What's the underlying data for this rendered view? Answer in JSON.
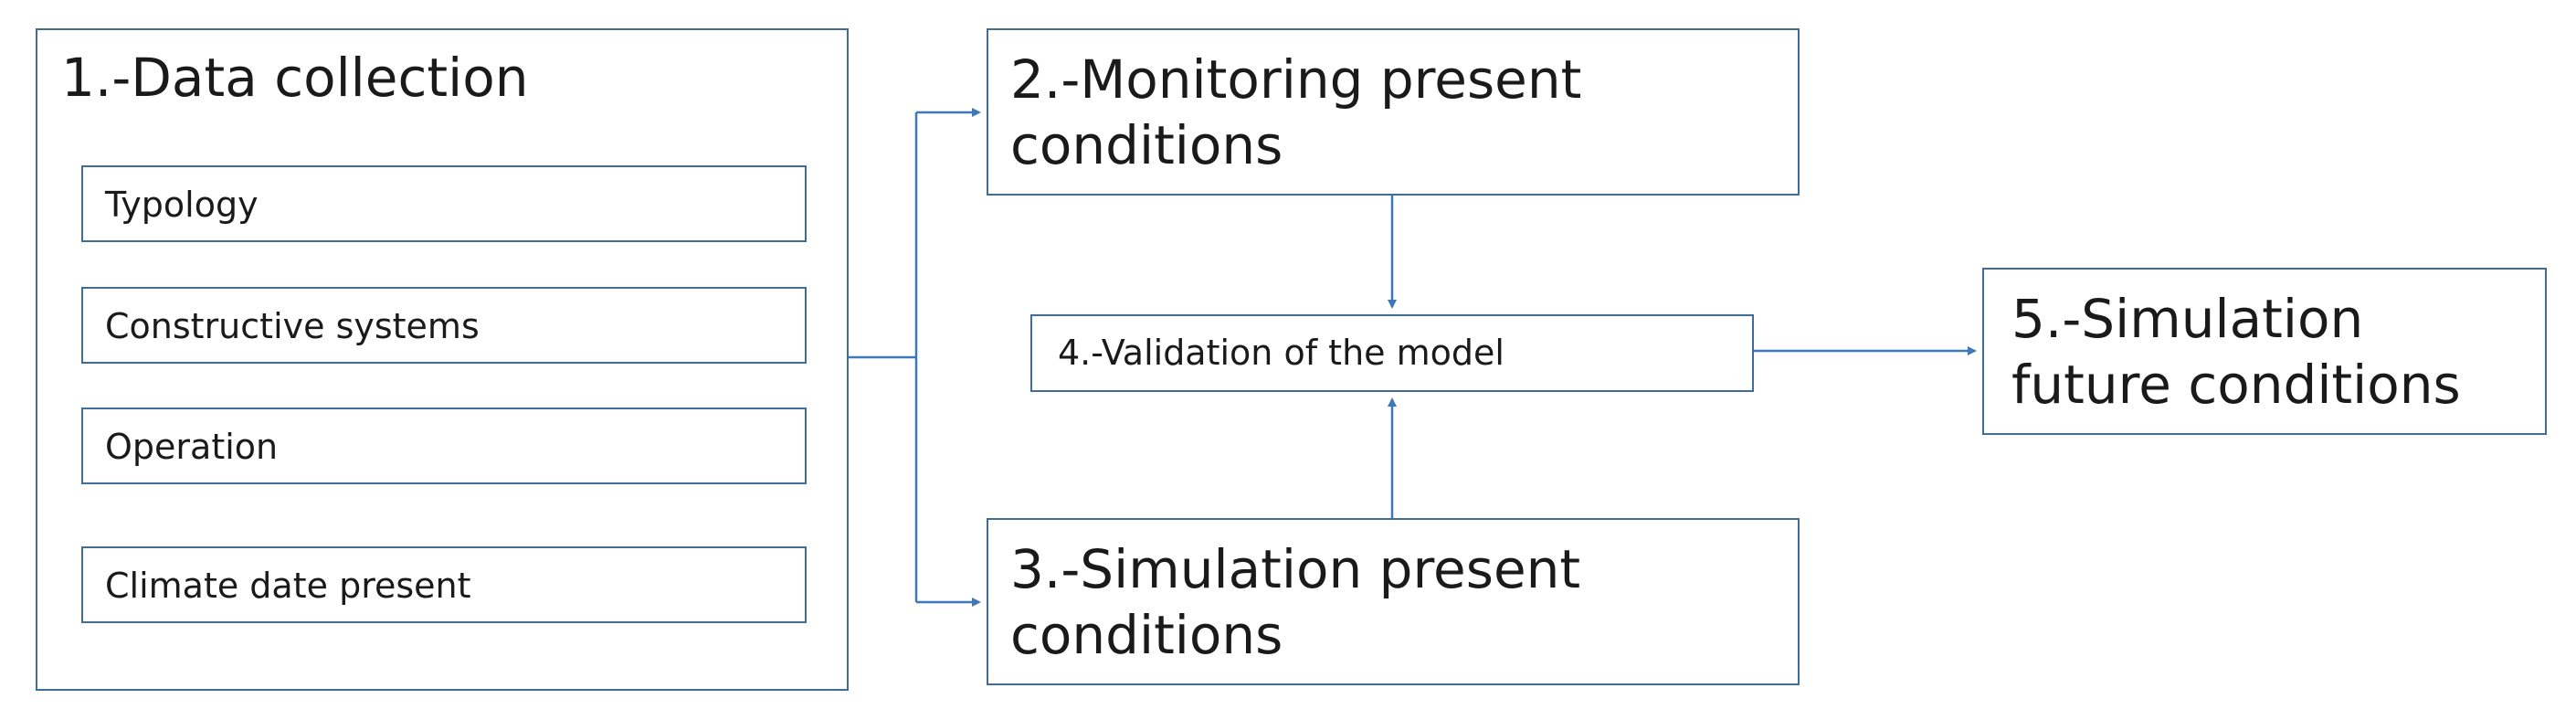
{
  "colors": {
    "border": "#3f6c98",
    "arrow": "#3f78b8"
  },
  "nodes": {
    "data_collection": {
      "title": "1.-Data collection",
      "items": [
        "Typology",
        "Constructive systems",
        "Operation",
        "Climate date present"
      ]
    },
    "monitoring": "2.-Monitoring present conditions",
    "simulation_present": "3.-Simulation present conditions",
    "validation": "4.-Validation of the model",
    "simulation_future": "5.-Simulation future conditions"
  },
  "edges": [
    {
      "from": "data_collection",
      "to": "monitoring"
    },
    {
      "from": "data_collection",
      "to": "simulation_present"
    },
    {
      "from": "monitoring",
      "to": "validation"
    },
    {
      "from": "simulation_present",
      "to": "validation"
    },
    {
      "from": "validation",
      "to": "simulation_future"
    }
  ]
}
